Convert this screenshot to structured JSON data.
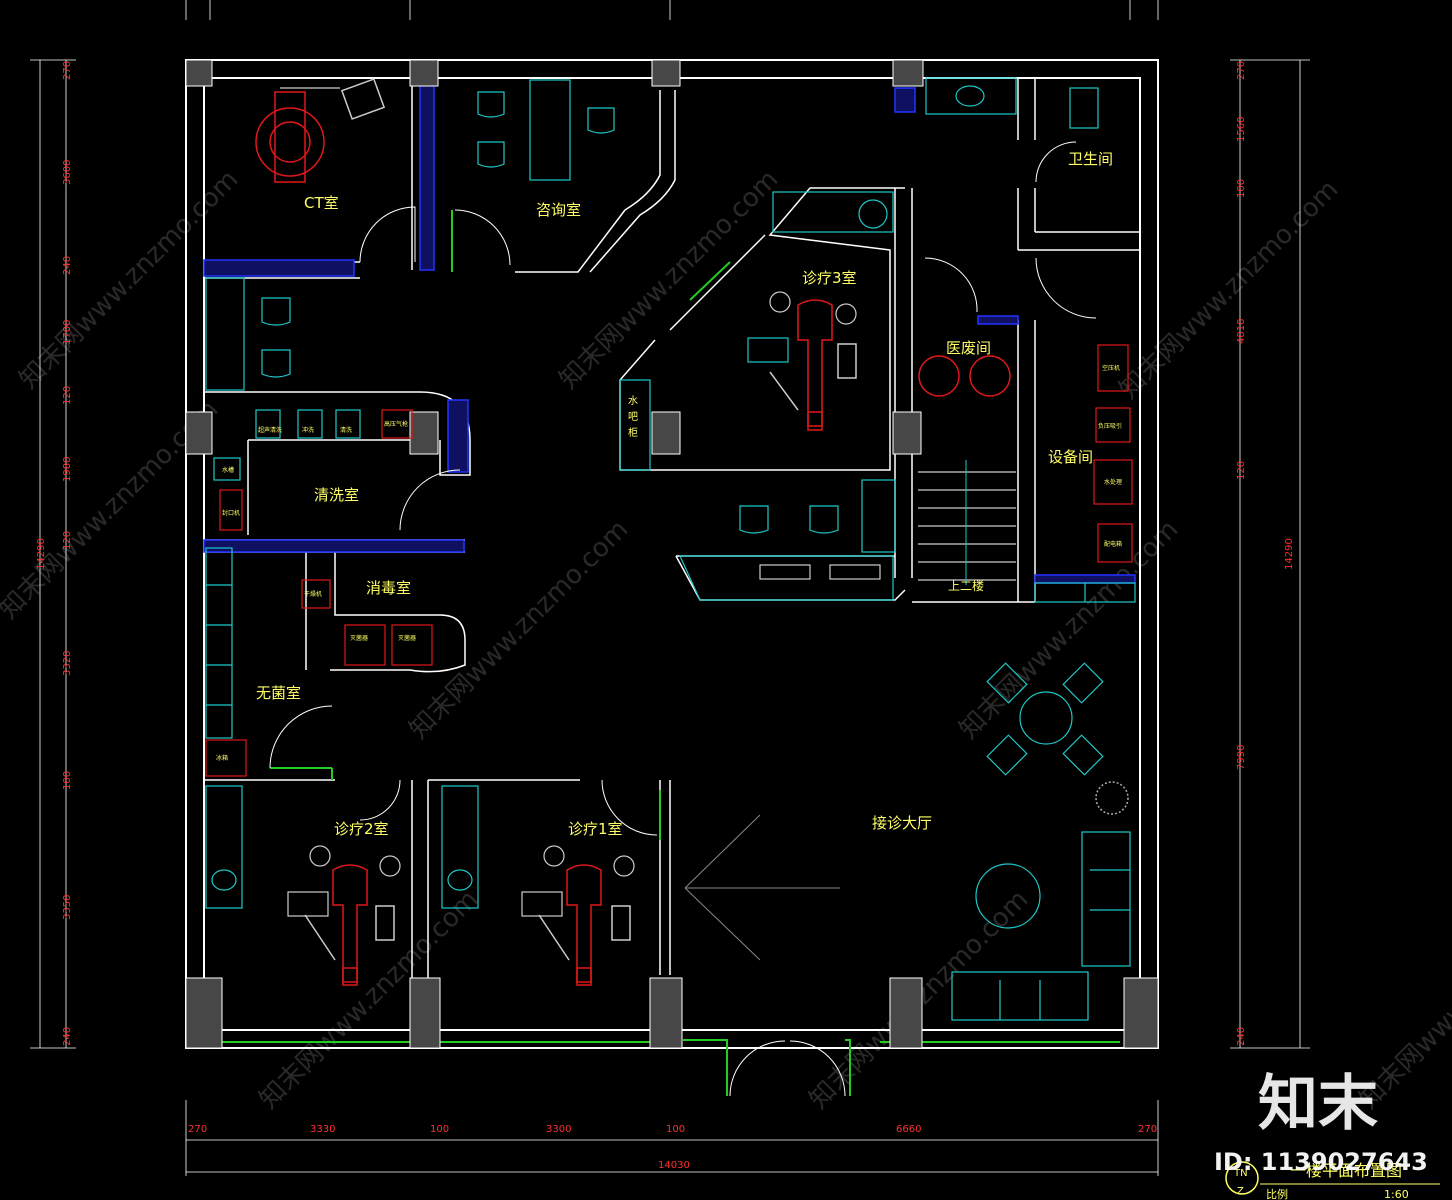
{
  "rooms": {
    "ct": "CT室",
    "consult": "咨询室",
    "treat3": "诊疗3室",
    "medwaste": "医废间",
    "toilet": "卫生间",
    "equipment": "设备间",
    "washroom": "清洗室",
    "disinfect": "消毒室",
    "sterile": "无菌室",
    "treat2": "诊疗2室",
    "treat1": "诊疗1室",
    "lobby": "接诊大厅",
    "stairs_up": "上二楼",
    "water_cab_v": [
      "水",
      "吧",
      "柜"
    ]
  },
  "labels": {
    "wash1": "超声清洗",
    "wash2": "冲洗",
    "wash3": "清洗",
    "gun": "高压气枪",
    "basin": "水槽",
    "dryer": "干燥机",
    "sealer": "封口机",
    "steril1": "灭菌器",
    "steril2": "灭菌器",
    "fridge": "冰箱",
    "eq1": "空压机",
    "eq2": "负压吸引",
    "eq3": "水处理",
    "eq4": "配电箱"
  },
  "dims_left": [
    "270",
    "3600",
    "240",
    "1700",
    "120",
    "1980",
    "120",
    "3320",
    "100",
    "3350",
    "240"
  ],
  "dims_right": [
    "270",
    "1560",
    "100",
    "4010",
    "120",
    "7990",
    "240"
  ],
  "dims_bottom": [
    "270",
    "3330",
    "100",
    "3300",
    "100",
    "6660",
    "270"
  ],
  "total_left": "14290",
  "total_right": "14290",
  "total_bottom": "14030",
  "drawing": {
    "title": "一楼平面布置图",
    "scale_label": "比例",
    "scale_value": "1:60",
    "badge_top": "TN",
    "badge_bottom": "Z"
  },
  "watermark": {
    "logo": "知末",
    "id_text": "ID: 1139027643",
    "url": "知末网www.znzmo.com"
  },
  "colors": {
    "wall": "#ffffff",
    "column": "#555555",
    "window": "#22cc22",
    "door": "#ffffff",
    "furniture": "#1ec8c8",
    "chair": "#e01818",
    "dimension": "#ff2020",
    "text": "#ffff66",
    "partition": "#2233ff"
  }
}
